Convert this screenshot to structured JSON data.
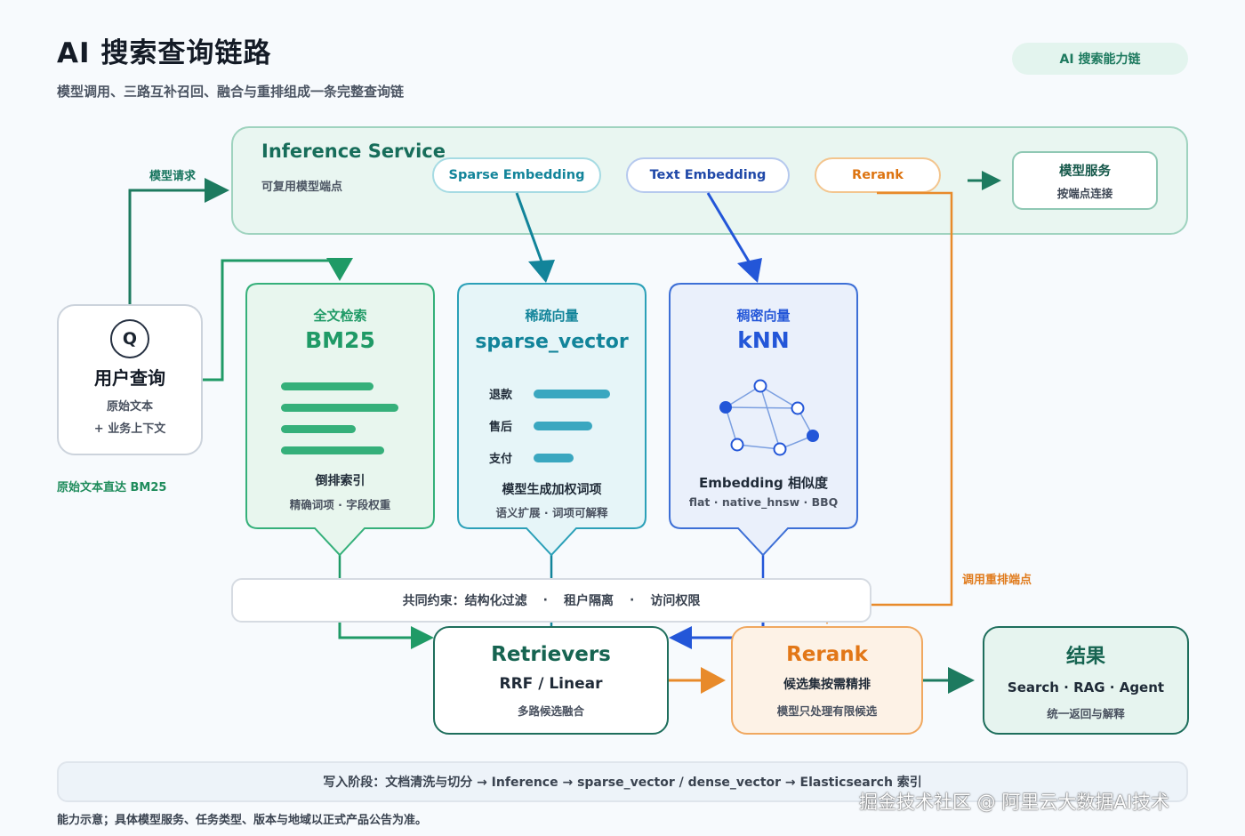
{
  "header": {
    "title": "AI 搜索查询链路",
    "subtitle": "模型调用、三路互补召回、融合与重排组成一条完整查询链",
    "badge": "AI 搜索能力链"
  },
  "inference_service": {
    "title": "Inference Service",
    "subtitle": "可复用模型端点",
    "pills": {
      "sparse": "Sparse Embedding",
      "text": "Text Embedding",
      "rerank": "Rerank"
    }
  },
  "model_service": {
    "title": "模型服务",
    "subtitle": "按端点连接"
  },
  "user_query": {
    "icon_letter": "Q",
    "title": "用户查询",
    "line1": "原始文本",
    "line2": "+ 业务上下文"
  },
  "labels": {
    "model_request": "模型请求",
    "bm25_direct": "原始文本直达 BM25",
    "rerank_endpoint": "调用重排端点"
  },
  "cards": {
    "bm25": {
      "category": "全文检索",
      "name": "BM25",
      "bottom1": "倒排索引",
      "bottom2": "精确词项 · 字段权重"
    },
    "sparse": {
      "category": "稀疏向量",
      "name": "sparse_vector",
      "terms": [
        "退款",
        "售后",
        "支付"
      ],
      "term_weights": [
        0.85,
        0.65,
        0.45
      ],
      "bottom1": "模型生成加权词项",
      "bottom2": "语义扩展 · 词项可解释"
    },
    "knn": {
      "category": "稠密向量",
      "name": "kNN",
      "bottom1": "Embedding 相似度",
      "bottom2": "flat · native_hnsw · BBQ"
    }
  },
  "constraints": {
    "label": "共同约束：结构化过滤",
    "item2": "租户隔离",
    "item3": "访问权限",
    "separator": "·"
  },
  "retrievers": {
    "title": "Retrievers",
    "subtitle": "RRF / Linear",
    "desc": "多路候选融合"
  },
  "rerank": {
    "title": "Rerank",
    "subtitle": "候选集按需精排",
    "desc": "模型只处理有限候选"
  },
  "result": {
    "title": "结果",
    "subtitle": "Search · RAG · Agent",
    "desc": "统一返回与解释"
  },
  "footer": {
    "write_stage": "写入阶段：文档清洗与切分 → Inference → sparse_vector / dense_vector → Elasticsearch 索引",
    "disclaimer": "能力示意；具体模型服务、任务类型、版本与地域以正式产品公告为准。",
    "watermark": "掘金技术社区 @ 阿里云大数据AI技术"
  },
  "colors": {
    "green": "#1e6e5c",
    "green_card": "#1f9a66",
    "teal": "#12849a",
    "blue": "#2356d8",
    "orange": "#e27717"
  }
}
